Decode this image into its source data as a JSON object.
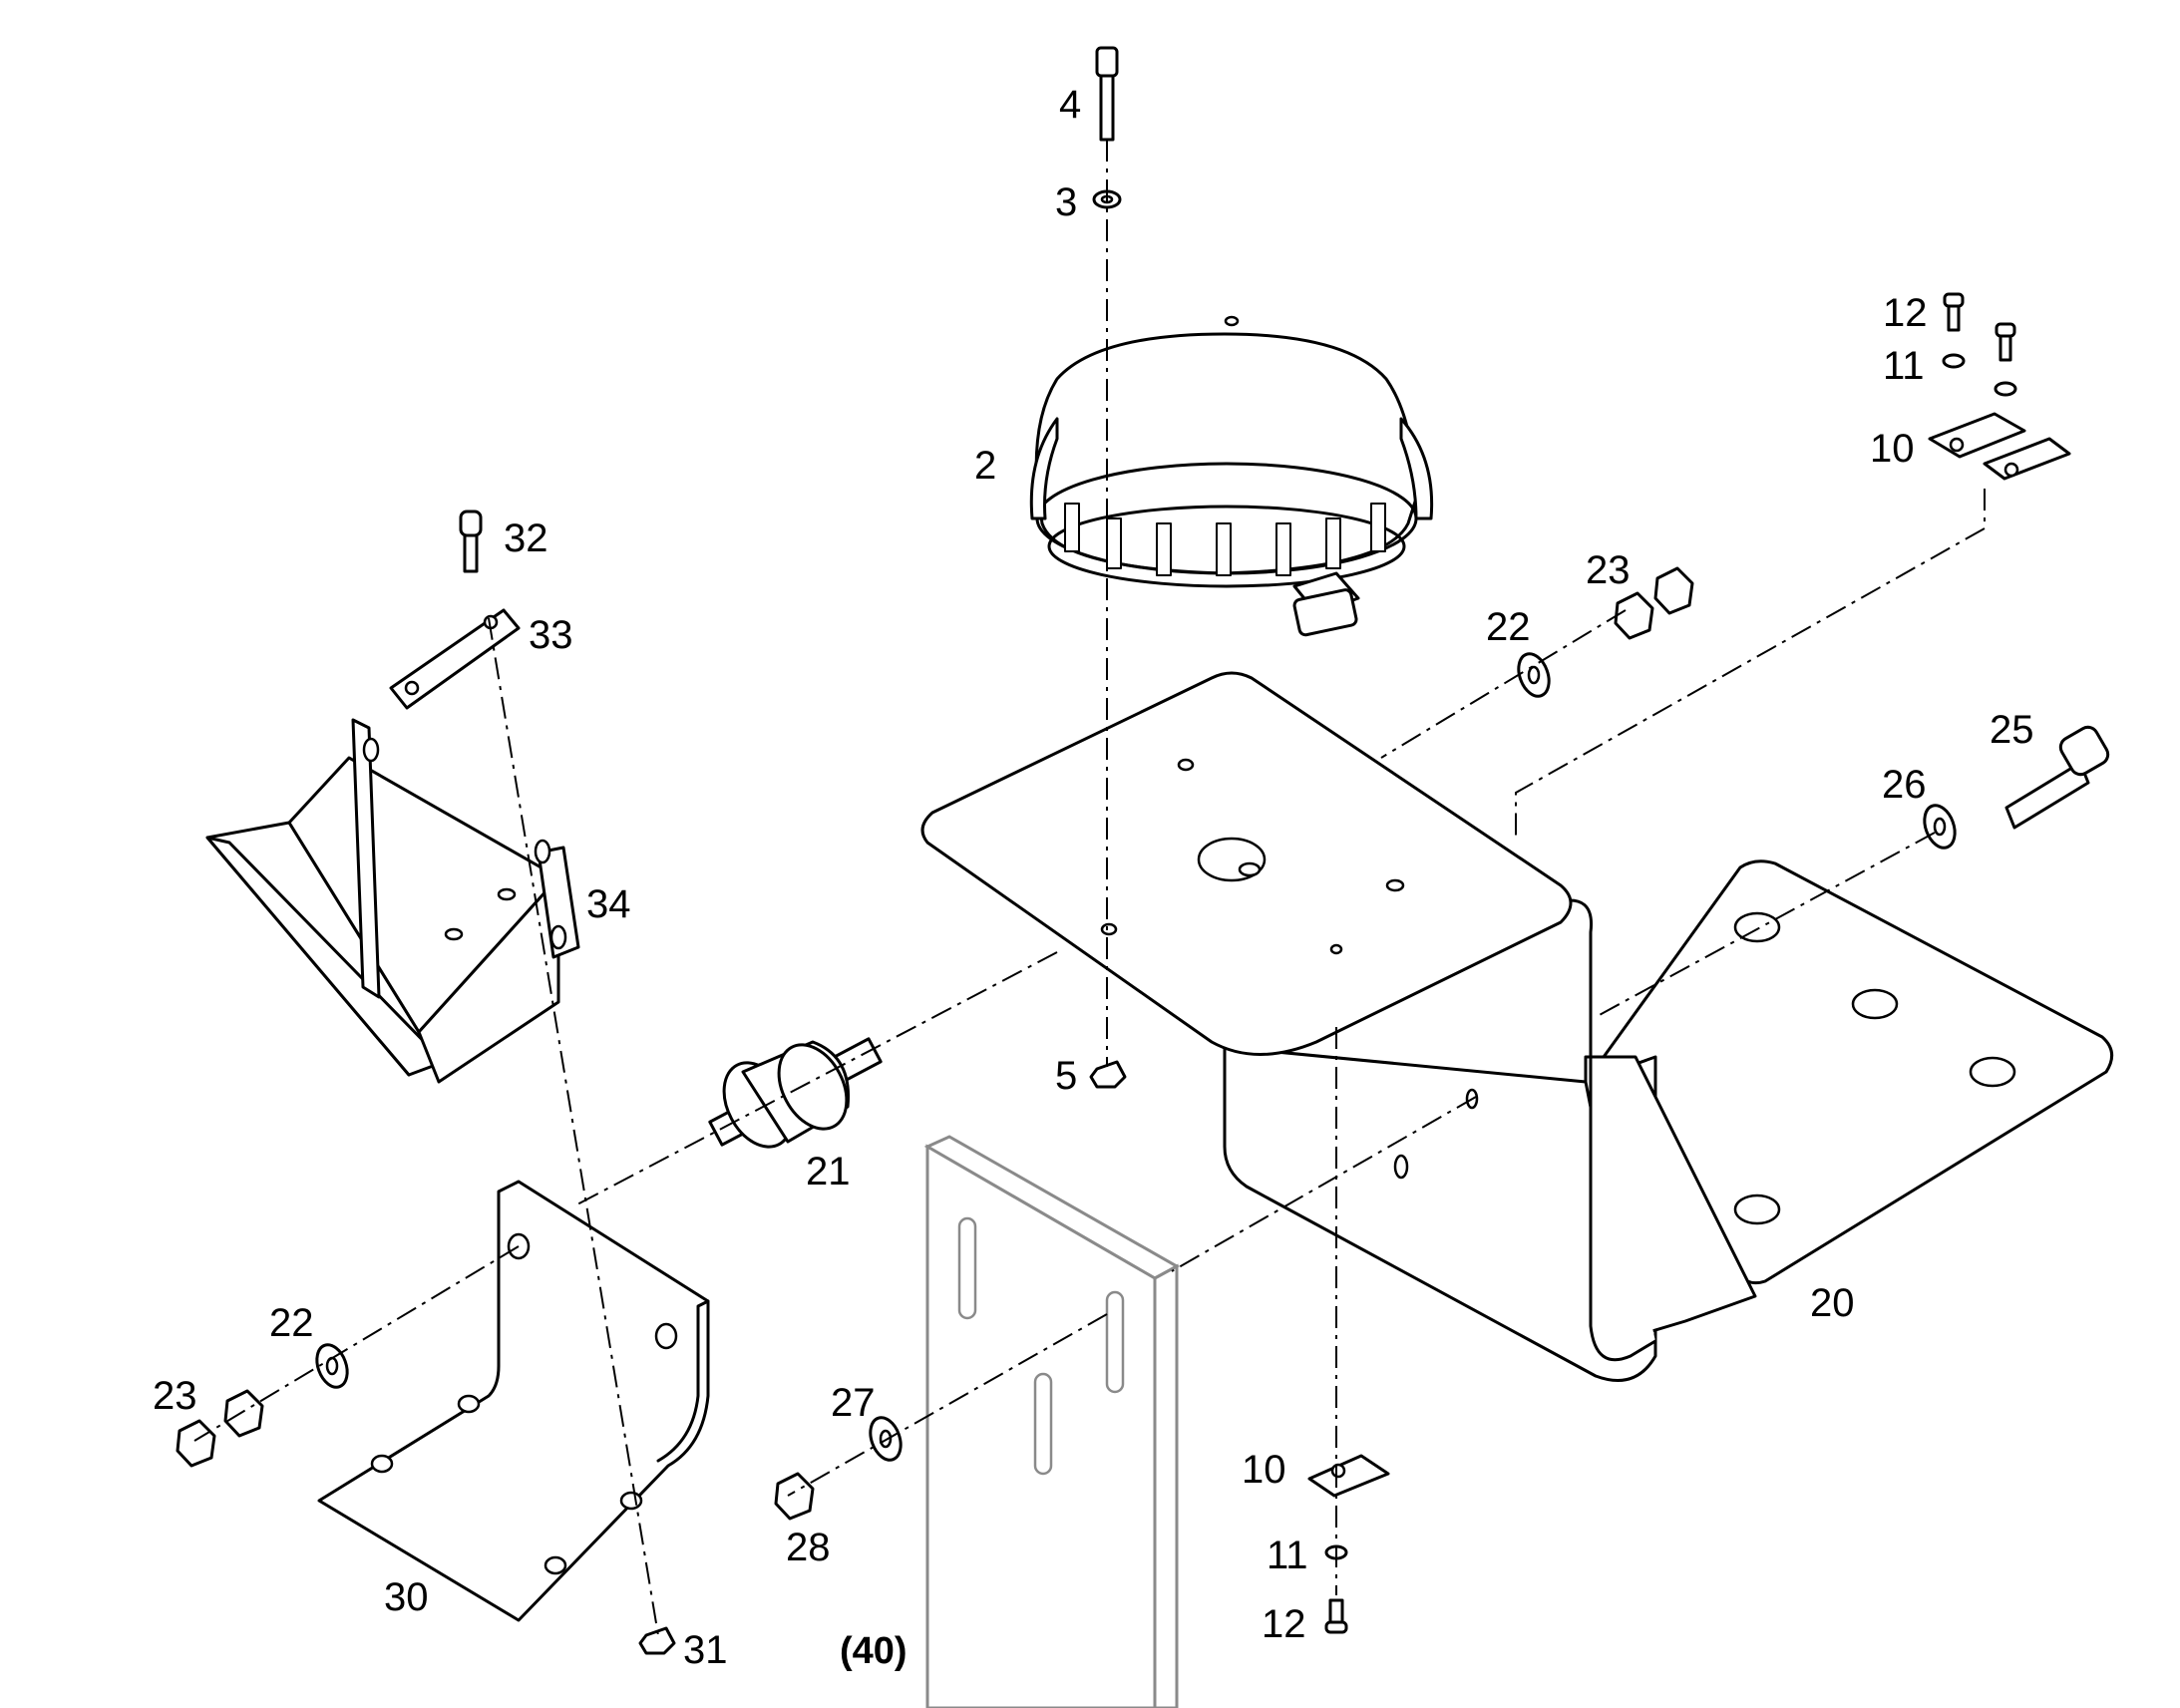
{
  "callouts": {
    "c2": "2",
    "c3": "3",
    "c4": "4",
    "c5": "5",
    "c10a": "10",
    "c10b": "10",
    "c11a": "11",
    "c11b": "11",
    "c12a": "12",
    "c12b": "12",
    "c20": "20",
    "c21": "21",
    "c22a": "22",
    "c22b": "22",
    "c23a": "23",
    "c23b": "23",
    "c25": "25",
    "c26": "26",
    "c27": "27",
    "c28": "28",
    "c30": "30",
    "c31": "31",
    "c32": "32",
    "c33": "33",
    "c34": "34",
    "c40": "(40)"
  },
  "colors": {
    "line": "#000000",
    "reference_part": "#8a8a8a",
    "background": "#ffffff"
  }
}
